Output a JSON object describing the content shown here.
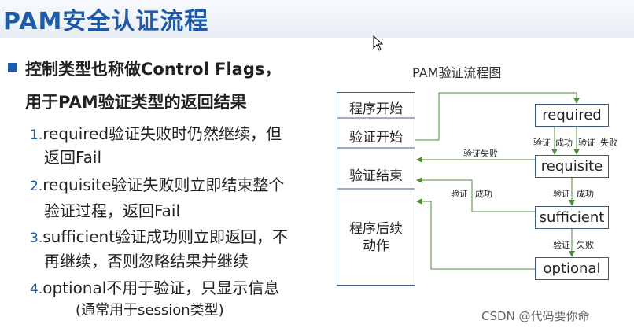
{
  "slide": {
    "title": "PAM安全认证流程",
    "heading_line1": "控制类型也称做Control Flags，",
    "heading_line2": "用于PAM验证类型的返回结果",
    "items": [
      {
        "num": "1.",
        "line1": "required验证失败时仍然继续，但",
        "line2": "返回Fail"
      },
      {
        "num": "2.",
        "line1": "requisite验证失败则立即结束整个",
        "line2": "验证过程，返回Fail"
      },
      {
        "num": "3.",
        "line1": "sufficient验证成功则立即返回，不",
        "line2": "再继续，否则忽略结果并继续"
      },
      {
        "num": "4.",
        "line1": "optional不用于验证，只显示信息",
        "line2": ""
      }
    ],
    "note": "(通常用于session类型)"
  },
  "diagram": {
    "title": "PAM验证流程图",
    "left_boxes": [
      "程序开始",
      "验证开始",
      "验证结束",
      "程序后续",
      "动作"
    ],
    "right_boxes": [
      "required",
      "requisite",
      "sufficient",
      "optional"
    ],
    "edge_labels": {
      "verify": "验证",
      "success": "成功",
      "fail": "失败",
      "verify_fail": "验证失败"
    }
  },
  "watermark": "CSDN @代码要你命",
  "colors": {
    "title": "#1f5aa6",
    "arrow": "#4f8a3c",
    "box_border": "#3f5d7c"
  }
}
